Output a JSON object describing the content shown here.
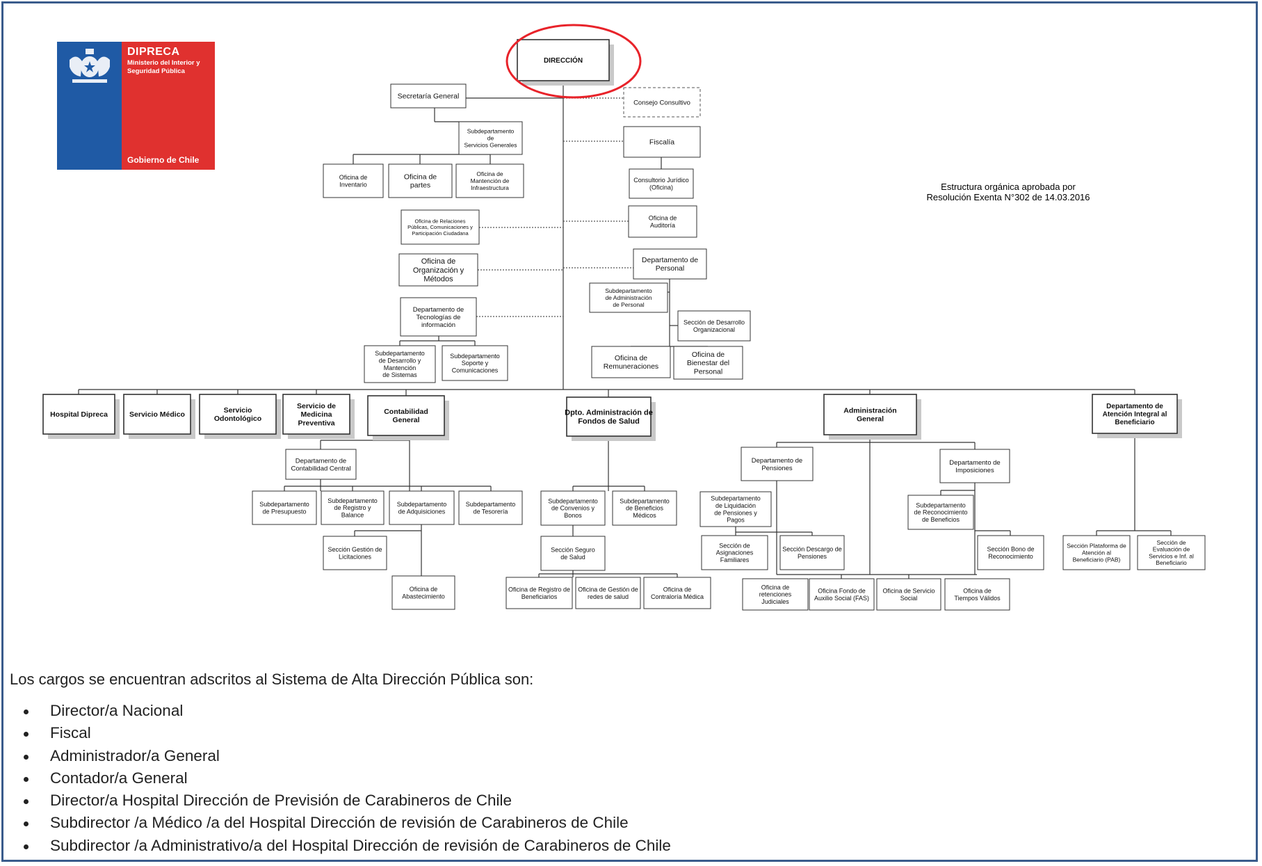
{
  "logo": {
    "brand": "DIPRECA",
    "ministry": "Ministerio del Interior y Seguridad Pública",
    "government": "Gobierno de Chile",
    "colors": {
      "blue": "#1f5aa5",
      "red": "#e0312f"
    },
    "crest_icon": "coat-of-arms-icon"
  },
  "approval_note": {
    "line1": "Estructura orgánica aprobada por",
    "line2": "Resolución Exenta N°302 de 14.03.2016"
  },
  "org_chart": {
    "highlight_color": "#e8232a",
    "units": [
      {
        "id": "direccion",
        "label": "DIRECCIÓN"
      },
      {
        "id": "secretaria",
        "label": "Secretaría General"
      },
      {
        "id": "consejo",
        "label": "Consejo Consultivo"
      },
      {
        "id": "subdep_servicios",
        "label": "Subdepartamento de Servicios Generales"
      },
      {
        "id": "fiscalia",
        "label": "Fiscalía"
      },
      {
        "id": "of_inventario",
        "label": "Oficina de Inventario"
      },
      {
        "id": "of_partes",
        "label": "Oficina de partes"
      },
      {
        "id": "of_mantencion",
        "label": "Oficina de Mantención de Infraestructura"
      },
      {
        "id": "consultorio",
        "label": "Consultorio Jurídico (Oficina)"
      },
      {
        "id": "of_rrpp",
        "label": "Oficina de Relaciones Públicas, Comunicaciones y Participación Ciudadana"
      },
      {
        "id": "of_auditoria",
        "label": "Oficina de Auditoría"
      },
      {
        "id": "of_org_metodos",
        "label": "Oficina de Organización y Métodos"
      },
      {
        "id": "dep_personal",
        "label": "Departamento de Personal"
      },
      {
        "id": "subdep_admin_personal",
        "label": "Subdepartamento de Administración de Personal"
      },
      {
        "id": "dep_tecnologias",
        "label": "Departamento de Tecnologías de información"
      },
      {
        "id": "sec_desarrollo_org",
        "label": "Sección de Desarrollo Organizacional"
      },
      {
        "id": "of_remuneraciones",
        "label": "Oficina de Remuneraciones"
      },
      {
        "id": "of_bienestar",
        "label": "Oficina de Bienestar del Personal"
      },
      {
        "id": "subdep_desarrollo",
        "label": "Subdepartamento de Desarrollo y Mantención de Sistemas"
      },
      {
        "id": "subdep_soporte",
        "label": "Subdepartamento Soporte y Comunicaciones"
      },
      {
        "id": "hospital",
        "label": "Hospital Dipreca"
      },
      {
        "id": "servicio_medico",
        "label": "Servicio Médico"
      },
      {
        "id": "servicio_odonto",
        "label": "Servicio Odontológico"
      },
      {
        "id": "servicio_medicina",
        "label": "Servicio de Medicina Preventiva"
      },
      {
        "id": "contabilidad",
        "label": "Contabilidad General"
      },
      {
        "id": "dpto_fondos",
        "label": "Dpto. Administración de Fondos de Salud"
      },
      {
        "id": "admin_general",
        "label": "Administración General"
      },
      {
        "id": "dep_atencion",
        "label": "Departamento de Atención Integral al Beneficiario"
      },
      {
        "id": "dep_contab_central",
        "label": "Departamento de Contabilidad Central"
      },
      {
        "id": "subdep_presupuesto",
        "label": "Subdepartamento de Presupuesto"
      },
      {
        "id": "subdep_registro",
        "label": "Subdepartamento de Registro y Balance"
      },
      {
        "id": "subdep_adquisiciones",
        "label": "Subdepartamento de Adquisiciones"
      },
      {
        "id": "subdep_tesoreria",
        "label": "Subdepartamento de Tesorería"
      },
      {
        "id": "sec_licitaciones",
        "label": "Sección Gestión de Licitaciones"
      },
      {
        "id": "of_abastecimiento",
        "label": "Oficina de Abastecimiento"
      },
      {
        "id": "subdep_convenios",
        "label": "Subdepartamento de Convenios y Bonos"
      },
      {
        "id": "subdep_beneficios",
        "label": "Subdepartamento de Beneficios Médicos"
      },
      {
        "id": "sec_seguro",
        "label": "Sección Seguro de Salud"
      },
      {
        "id": "of_registro_benef",
        "label": "Oficina de Registro de Beneficiarios"
      },
      {
        "id": "of_gestion_redes",
        "label": "Oficina de Gestión de redes de salud"
      },
      {
        "id": "of_contraloria",
        "label": "Oficina de Contraloría Médica"
      },
      {
        "id": "dep_pensiones",
        "label": "Departamento de Pensiones"
      },
      {
        "id": "dep_imposiciones",
        "label": "Departamento de Imposiciones"
      },
      {
        "id": "subdep_liquidacion",
        "label": "Subdepartamento de Liquidación de Pensiones y Pagos"
      },
      {
        "id": "subdep_reconocimiento",
        "label": "Subdepartamento de Reconocimiento de Beneficios"
      },
      {
        "id": "sec_asignaciones",
        "label": "Sección de Asignaciones Familiares"
      },
      {
        "id": "sec_descargo",
        "label": "Sección Descargo de Pensiones"
      },
      {
        "id": "sec_bono",
        "label": "Sección Bono de Reconocimiento"
      },
      {
        "id": "of_retenciones",
        "label": "Oficina de retenciones Judiciales"
      },
      {
        "id": "of_fondo_auxilio",
        "label": "Oficina Fondo de Auxilio Social (FAS)"
      },
      {
        "id": "of_servicio_social",
        "label": "Oficina de Servicio Social"
      },
      {
        "id": "of_tiempos",
        "label": "Oficina de Tiempos Válidos"
      },
      {
        "id": "sec_plataforma",
        "label": "Sección Plataforma de Atención al Beneficiario (PAB)"
      },
      {
        "id": "sec_evaluacion",
        "label": "Sección de Evaluación de Servicios e Inf. al Beneficiario"
      }
    ]
  },
  "positions_intro": "Los cargos se encuentran adscritos al Sistema de Alta Dirección Pública son:",
  "positions": [
    "Director/a Nacional",
    "Fiscal",
    "Administrador/a General",
    "Contador/a General",
    "Director/a Hospital Dirección de Previsión de Carabineros de Chile",
    "Subdirector /a Médico /a del Hospital Dirección de revisión de Carabineros de Chile",
    "Subdirector /a Administrativo/a del Hospital Dirección de revisión de Carabineros de Chile"
  ]
}
